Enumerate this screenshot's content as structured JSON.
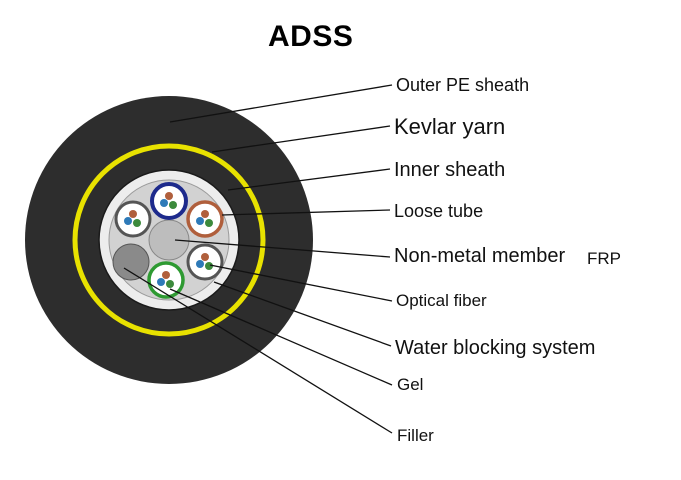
{
  "title": "ADSS",
  "labels": {
    "outer_pe_sheath": "Outer PE sheath",
    "kevlar_yarn": "Kevlar yarn",
    "inner_sheath": "Inner sheath",
    "loose_tube": "Loose tube",
    "non_metal_member": "Non-metal member",
    "frp": "FRP",
    "optical_fiber": "Optical fiber",
    "water_blocking_system": "Water blocking system",
    "gel": "Gel",
    "filler": "Filler"
  },
  "colors": {
    "outer_sheath": "#2d2d2d",
    "kevlar": "#e8e200",
    "inner_sheath": "#ededed",
    "core": "#cfcfcf",
    "tube_blue": "#1d2a8c",
    "tube_brown": "#b05f3c",
    "tube_green": "#2e9a32",
    "member": "#bdbdbd",
    "filler": "#8a8a8a"
  }
}
